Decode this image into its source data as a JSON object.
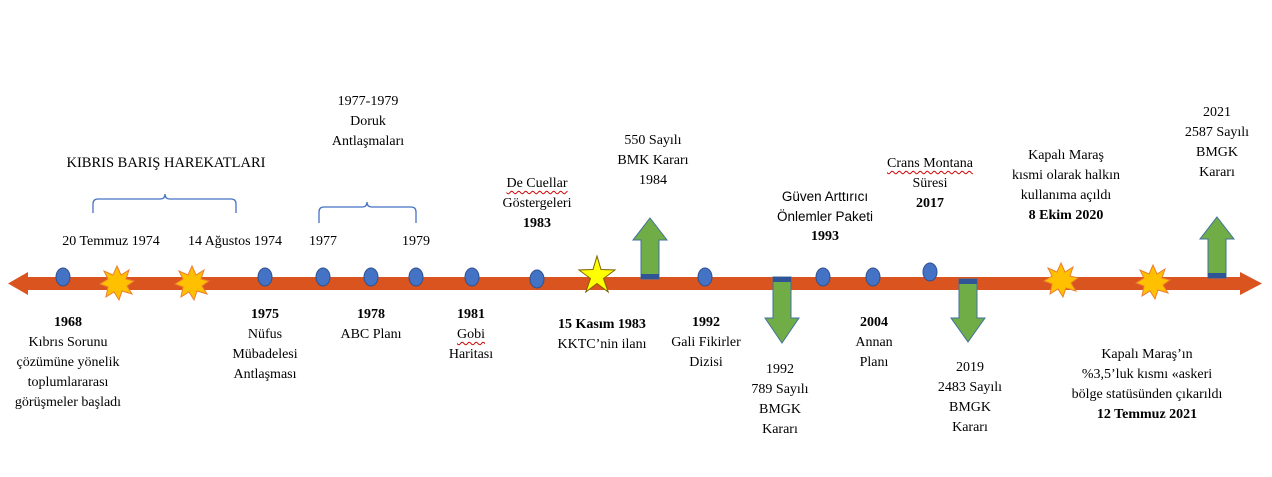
{
  "colors": {
    "axis": "#d9541e",
    "dot": "#4472c4",
    "star": "#ffff00",
    "arrow": "#70ad47",
    "burst": "#ffc000",
    "brace": "#4472c4"
  },
  "top": {
    "harekatlar": "KIBRIS BARIŞ HAREKATLARI",
    "t20": "20 Temmuz 1974",
    "t14": "14 Ağustos 1974",
    "y1977": "1977",
    "y1979": "1979",
    "doruk": [
      "1977-1979",
      "Doruk",
      "Antlaşmaları"
    ],
    "decuellar": [
      "De Cuellar",
      "Göstergeleri",
      "1983"
    ],
    "bmk": [
      "550 Sayılı",
      "BMK Kararı",
      "1984"
    ],
    "guven": [
      "Güven Arttırıcı",
      "Önlemler Paketi",
      "1993"
    ],
    "crans": [
      "Crans Montana",
      "Süresi",
      "2017"
    ],
    "maras2020": [
      "Kapalı Maraş",
      "kısmi olarak halkın",
      "kullanıma açıldı",
      "8 Ekim 2020"
    ],
    "bmgk2021": [
      "2021",
      "2587 Sayılı",
      "BMGK",
      "Kararı"
    ]
  },
  "bottom": {
    "y1968": [
      "1968",
      "Kıbrıs Sorunu",
      "çözümüne yönelik",
      "toplumlararası",
      "görüşmeler başladı"
    ],
    "y1975": [
      "1975",
      "Nüfus",
      "Mübadelesi",
      "Antlaşması"
    ],
    "y1978": [
      "1978",
      "ABC Planı"
    ],
    "y1981": [
      "1981",
      "Gobi",
      "Haritası"
    ],
    "kktc": [
      "15 Kasım 1983",
      "KKTC’nin ilanı"
    ],
    "gali": [
      "1992",
      "Gali Fikirler",
      "Dizisi"
    ],
    "bmgk1992": [
      "1992",
      "789 Sayılı",
      "BMGK",
      "Kararı"
    ],
    "annan": [
      "2004",
      "Annan",
      "Planı"
    ],
    "bmgk2019": [
      "2019",
      "2483 Sayılı",
      "BMGK",
      "Kararı"
    ],
    "maras2021": [
      "Kapalı Maraş’ın",
      "%3,5’luk kısmı «askeri",
      "bölge statüsünden çıkarıldı",
      "12 Temmuz 2021"
    ]
  }
}
